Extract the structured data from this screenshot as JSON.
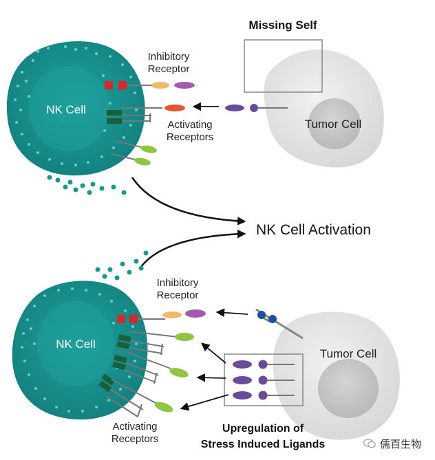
{
  "top_panel": {
    "nk_cell_label": "NK Cell",
    "tumor_cell_label": "Tumor Cell",
    "inhibitory_line1": "Inhibitory",
    "inhibitory_line2": "Receptor",
    "activating_line1": "Activating",
    "activating_line2": "Receptors",
    "missing_self_label": "Missing Self"
  },
  "center": {
    "activation_label": "NK Cell Activation"
  },
  "bottom_panel": {
    "nk_cell_label": "NK Cell",
    "tumor_cell_label": "Tumor Cell",
    "inhibitory_line1": "Inhibitory",
    "inhibitory_line2": "Receptor",
    "activating_line1": "Activating",
    "activating_line2": "Receptors",
    "ligands_line1": "Upregulation of",
    "ligands_line2": "Stress Induced Ligands"
  },
  "watermark": {
    "text": "儒百生物"
  },
  "colors": {
    "nk_cell": "#1a8f8d",
    "nk_nucleus": "#1f9c99",
    "tumor_cell": "#e6e6e6",
    "tumor_nucleus": "#c9c9c9",
    "inhibitory_receptor": "#d9262b",
    "activating_receptor": "#1a5e3a",
    "ligand_orange": "#f2b968",
    "ligand_purple": "#a35bac",
    "ligand_green": "#8dc63f",
    "ligand_red": "#e8542e",
    "tumor_ligand": "#6a4c9c",
    "mhc_blue": "#1b4fa0"
  }
}
